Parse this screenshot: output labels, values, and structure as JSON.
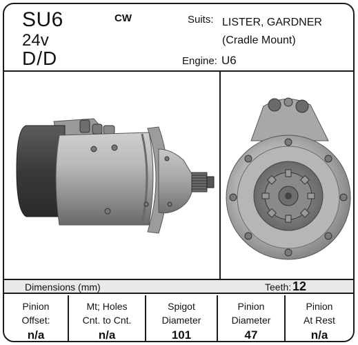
{
  "header": {
    "code": "SU6",
    "voltage": "24v",
    "drive": "D/D",
    "rotation": "CW",
    "suits_label": "Suits:",
    "suits_line1": "LISTER, GARDNER",
    "suits_line2": "(Cradle Mount)",
    "engine_label": "Engine:",
    "engine_value": "U6"
  },
  "photos": {
    "side_view": "starter-motor-side-view-photo",
    "front_view": "starter-motor-front-view-photo"
  },
  "dimensions": {
    "label": "Dimensions (mm)",
    "teeth_label": "Teeth:",
    "teeth_value": "12"
  },
  "specs": [
    {
      "line1": "Pinion",
      "line2": "Offset:",
      "value": "n/a"
    },
    {
      "line1": "Mt; Holes",
      "line2": "Cnt. to Cnt.",
      "value": "n/a"
    },
    {
      "line1": "Spigot",
      "line2": "Diameter",
      "value": "101"
    },
    {
      "line1": "Pinion",
      "line2": "Diameter",
      "value": "47"
    },
    {
      "line1": "Pinion",
      "line2": "At Rest",
      "value": "n/a"
    }
  ]
}
